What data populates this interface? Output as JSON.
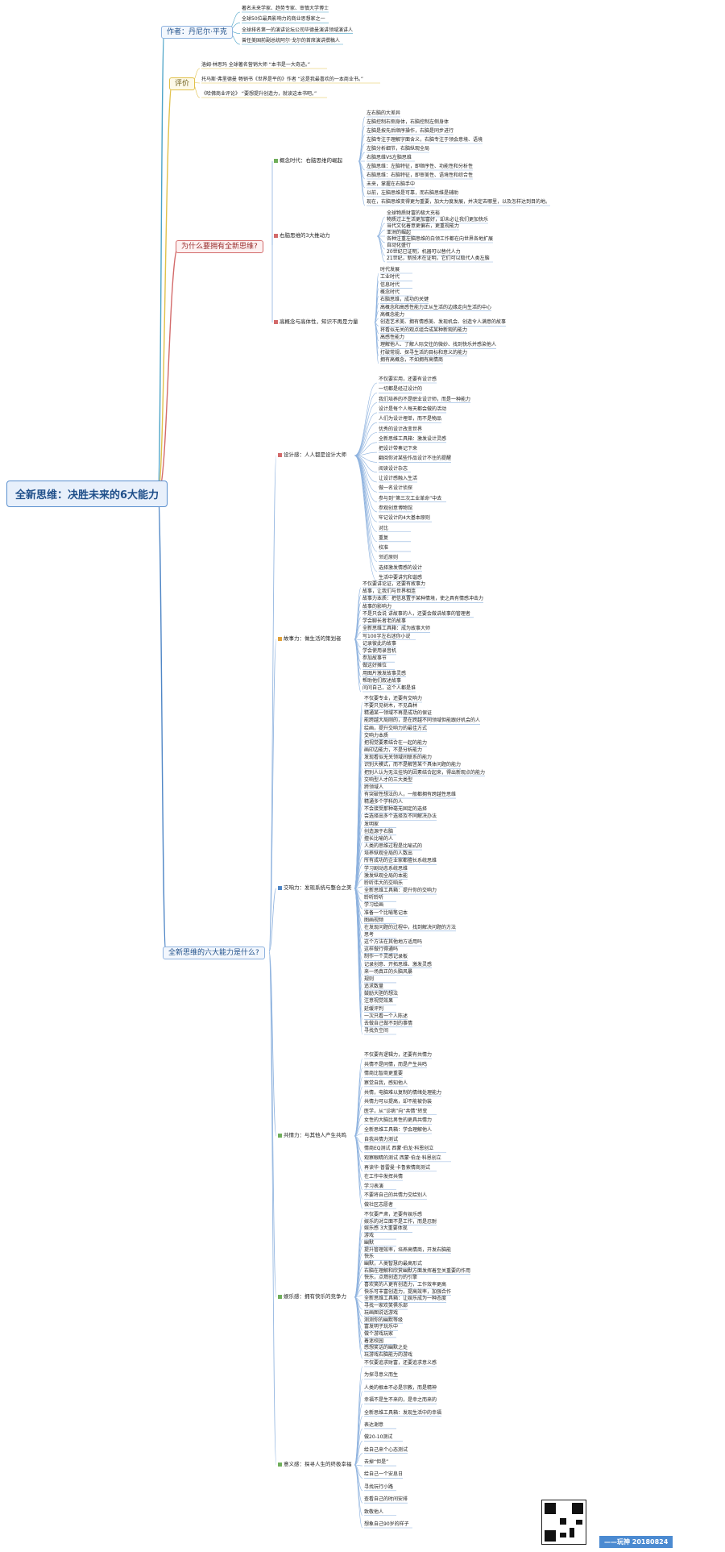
{
  "root": "全新思维：决胜未来的6大能力",
  "author": {
    "title": "作者：丹尼尔·平克",
    "notes": [
      "著名未来学家、趋势专家、审慎大学博士",
      "全球50位最具影响力的商业思想家之一",
      "全球排名第一的演讲论坛公司毕德曼演讲领域演讲人",
      "曾任美国前副总统阿尔·戈尔的首席演讲撰稿人"
    ]
  },
  "review": {
    "title": "评价",
    "notes": [
      "洛姆·林思玛 全球著名营销大师 “本书是一大奇迹。”",
      "托马斯·弗里德曼 畅销书《世界是平的》作者 “这是我最喜欢的一本商业书。”",
      "《哈佛商业评论》 “要想提升创造力，就读这本书吧。”"
    ]
  },
  "why": {
    "title": "为什么要拥有全新思维?",
    "sections": [
      {
        "label": "概念时代：右脑思维的崛起"
      },
      {
        "label": "右脑思维的3大推动力"
      },
      {
        "label": "高概念与高体性，知识不再是力量"
      }
    ],
    "items": [
      "左右脑的大差异",
      "左脑控制右侧身体，右脑控制左侧身体",
      "左脑是按先后顺序操作，右脑是同步进行",
      "左脑专注于理解字面含义，右脑专注于领会意境、语境",
      "左脑分析细节，右脑纵观全局",
      "右脑思维VS左脑思维",
      "左脑思维：左脑特征，即顺序性、功能性和分析性",
      "右脑思维：右脑特征，即审美性、语境性和综合性",
      "未来，掌握在右脑手中",
      "以前，左脑思维是可靠，而右脑思维是辅助",
      "现在，右脑思维变得更为重要，加大力度发展，并决定去哪里，以及怎样达到目的地。",
      "全球物质财富的极大充裕",
      "物质过上生活更加富好，却未必让我们更加快乐",
      "当代文化着意更偏右，更重视能力",
      "亚洲的崛起",
      "各种注重左脑思维的白领工作都在向世界各地扩展",
      "自动化盛行",
      "20世纪已证明，机器可以替代人力",
      "21世纪，新技术在证明，它们可以取代人类左脑",
      "时代发展",
      "工业时代",
      "信息时代",
      "概念时代",
      "右脑思维，成功的关键",
      "高概念和高感性能力正从生活的边缘走向生活的中心",
      "高概念能力",
      "创造艺术美、拥有情感美、发现机会、创造令人满意的故事",
      "将看似无关的观点组合成某种新观的能力",
      "高感性能力",
      "理解他人、了解人际交往的微妙、找到快乐并感染他人",
      "打破常规、探寻生活的目标和意义的能力",
      "拥有高概念，不如拥有高情商"
    ]
  },
  "six": {
    "title": "全新思维的六大能力是什么?",
    "abilities": [
      {
        "label": "设计感：人人都是设计大师"
      },
      {
        "label": "故事力：做生活的策划者"
      },
      {
        "label": "交响力：发现系统与整合之美"
      },
      {
        "label": "共情力：与其他人产生共鸣"
      },
      {
        "label": "娱乐感：拥有快乐的竞争力"
      },
      {
        "label": "意义感：探寻人生的终极幸福"
      }
    ],
    "design": [
      "不仅要实用，还要有设计感",
      "一切都是经过设计的",
      "我们培养的不是职业设计师，而是一种能力",
      "设计是每个人每天都会做的活动",
      "人们为设计埋单，而不是物品",
      "优秀的设计改变世界",
      "全新思维工具箱：激发设计灵感",
      "把设计带奏记下来",
      "翻阅你对某些作品设计不住的提醒",
      "阅读设计杂志",
      "让设计感融入生活",
      "做一名设计侦探",
      "参与到“第三次工业革命”中去",
      "参观创意博物馆",
      "牢记设计的4大基本原则",
      "对比",
      "重复",
      "校准",
      "邻近原则",
      "选择激发情感的设计",
      "生活中要讲究和谐感"
    ],
    "story": [
      "不仅要讲论证，还要有故事力",
      "故事，让我们与世界相连",
      "故事力本质：把信息置于某种情境，使之具有情感冲击力",
      "故事的影响力",
      "不是只会说 讲故事的人，还要会做讲故事的管理者",
      "学会聊长者老的故事",
      "全新思维工具箱：成为故事大师",
      "写100字左右迷你小说",
      "记录彼此的故事",
      "学会使用录音机",
      "参加故事节",
      "做这好摊位",
      "用图片激发故事灵感",
      "帮助他们叙述故事",
      "问问自己，这个人都是谁"
    ],
    "symphony": [
      "不仅要专业，还要有交响力",
      "不要只见树木，不见森林",
      "精通某一领域不再是成功的保证",
      "能跨越大局刚的，是在跨越不同领域但能跟好机会的人",
      "绘画，提升交响力的最佳方式",
      "交响力本质",
      "把视觉要素结合在一起的能力",
      "画印边能力，不是分析能力",
      "发现看似无关领域间联系的能力",
      "识别大模式，而不是解答某个具体问题的能力",
      "把别人认为无法挂钩的因素结合起来，得出新观点的能力",
      "交响型人才的三大类型",
      "跨领域人",
      "有突破性想法的人，一般都拥有跨越性思维",
      "精通多个学科的人",
      "不会接受那种毫无固定的选择",
      "会选择出多个选择及不同解决办法",
      "发明家",
      "创造源于右脑",
      "擅长比喻的人",
      "人类的思维过程是比喻式的",
      "培养纵观全局的人数出",
      "所有成功的企业家都擅长系统思维",
      "学习剧动态系统思维",
      "激发纵观全局的本能",
      "聆听伟大的交响乐",
      "全新思维工具箱：提升你的交响力",
      "聆听聆听",
      "学习绘画",
      "准备一个比喻笔记本",
      "图画视频",
      "在发现问题的过程中，找到解决问题的方法",
      "思考",
      "这个方法在其他地方适用吗",
      "这样做行得通吗",
      "制作一个灵感记录板",
      "记录创意、开拓思维、激发灵感",
      "来一场真正的头脑风暴",
      "规则",
      "追求数量",
      "鼓励大胆的想法",
      "注意视觉效果",
      "延缓评判",
      "一次只看一个人陈述",
      "去做自己做不到的事情",
      "寻找负空间"
    ],
    "empathy": [
      "不仅要有逻辑力，还要有共情力",
      "共情不是同情，而是产生共鸣",
      "情商比智商更重要",
      "察觉自我，感知他人",
      "共情，电脑难以复制的情绪处理能力",
      "共情力可以提高，却不能被伪装",
      "医学，从“诊病”向“共情”转变",
      "女性的大脑比男性的更具共情力",
      "全新思维工具箱：学会理解他人",
      "自我共情力测试",
      "情商EQ测试 西蒙·伯龙·科恩创立",
      "观察眼睛的测试 西蒙·伯龙·科恩创立",
      "再读华·普雷曼·卡鲁索情商测试",
      "在工作中发挥共情",
      "学习表演",
      "不要将自己的共情力交给别人",
      "做社区志愿者"
    ],
    "play": [
      "不仅要严肃，还要有娱乐感",
      "娱乐的对立面不是工作，而是忍耐",
      "娱乐感 3大重要体现",
      "游戏",
      "幽默",
      "提升管理效率，培养高情商，开发右脑能",
      "快乐",
      "幽默，人类智慧的最高形式",
      "右脑在理解和欣赏幽默方面发挥着至关重要的作用",
      "快乐，点燃创造力的引擎",
      "喜欢笑的人更有创造力，工作效率更高",
      "快乐可丰富创造力，提高效率，加强合作",
      "全新思维工具箱：让娱乐成为一种态度",
      "寻找一家欢笑俱乐部",
      "玩画图说话游戏",
      "测测你的幽默等级",
      "富发明子玩乐中",
      "做个游戏玩家",
      "着迷校园",
      "感想笑话的幽默之处",
      "玩游戏右脑能力的游戏"
    ],
    "meaning": [
      "不仅要追求财富，还要追求意义感",
      "为探寻意义而生",
      "人类的根本不必是宗教，而是精神",
      "幸福不是生不来的，是幸之而来的",
      "全新思维工具箱：发现生活中的幸福",
      "表达谢意",
      "做20-10测试",
      "给自己来个心态测试",
      "去掉“但是”",
      "给自己一个安息日",
      "寻找玩行小路",
      "查看自己的时间安排",
      "致敬他人",
      "想象自己90岁的样子"
    ]
  },
  "signature": "——玩神 20180824",
  "colors": {
    "root": "#5a8fcf",
    "author": "#4ba3c7",
    "review": "#e1c14a",
    "why": "#d36a6a",
    "six": "#4f86c6",
    "sub": "#8fb3df"
  }
}
